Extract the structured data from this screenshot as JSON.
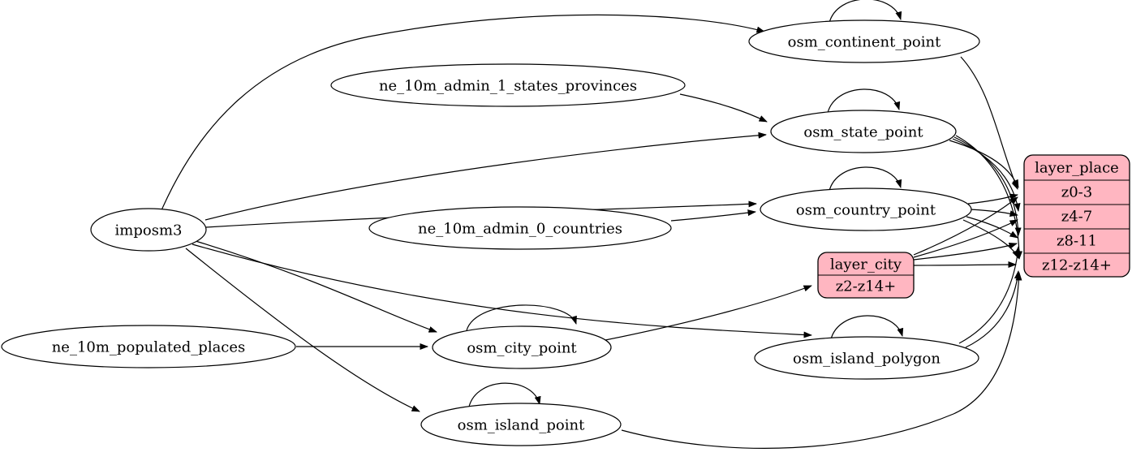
{
  "diagram": {
    "title": "etl diagram: place layer (imposm3 / natural earth sources to layer_place)",
    "background_color": "#ffffff",
    "node_fill_color": "#ffffff",
    "record_fill_color": "#ffb6c1",
    "edge_color": "#000000"
  },
  "nodes": {
    "imposm3": {
      "label": "imposm3"
    },
    "ne_10m_admin_1_states_provinces": {
      "label": "ne_10m_admin_1_states_provinces"
    },
    "ne_10m_admin_0_countries": {
      "label": "ne_10m_admin_0_countries"
    },
    "ne_10m_populated_places": {
      "label": "ne_10m_populated_places"
    },
    "osm_continent_point": {
      "label": "osm_continent_point"
    },
    "osm_state_point": {
      "label": "osm_state_point"
    },
    "osm_country_point": {
      "label": "osm_country_point"
    },
    "osm_city_point": {
      "label": "osm_city_point"
    },
    "osm_island_polygon": {
      "label": "osm_island_polygon"
    },
    "osm_island_point": {
      "label": "osm_island_point"
    }
  },
  "records": {
    "layer_city": {
      "title": "layer_city",
      "rows": [
        "z2-z14+"
      ]
    },
    "layer_place": {
      "title": "layer_place",
      "rows": [
        "z0-3",
        "z4-7",
        "z8-11",
        "z12-z14+"
      ]
    }
  },
  "edges": [
    {
      "from": "imposm3",
      "to": "osm_continent_point"
    },
    {
      "from": "imposm3",
      "to": "osm_state_point"
    },
    {
      "from": "imposm3",
      "to": "osm_country_point"
    },
    {
      "from": "imposm3",
      "to": "osm_city_point"
    },
    {
      "from": "imposm3",
      "to": "osm_island_polygon"
    },
    {
      "from": "imposm3",
      "to": "osm_island_point"
    },
    {
      "from": "ne_10m_admin_1_states_provinces",
      "to": "osm_state_point"
    },
    {
      "from": "ne_10m_admin_0_countries",
      "to": "osm_country_point"
    },
    {
      "from": "ne_10m_populated_places",
      "to": "osm_city_point"
    },
    {
      "from": "osm_continent_point",
      "to": "osm_continent_point"
    },
    {
      "from": "osm_state_point",
      "to": "osm_state_point"
    },
    {
      "from": "osm_country_point",
      "to": "osm_country_point"
    },
    {
      "from": "osm_city_point",
      "to": "osm_city_point"
    },
    {
      "from": "osm_island_polygon",
      "to": "osm_island_polygon"
    },
    {
      "from": "osm_island_point",
      "to": "osm_island_point"
    },
    {
      "from": "osm_city_point",
      "to": "layer_city:z2-z14+"
    },
    {
      "from": "osm_continent_point",
      "to": "layer_place:z0-3"
    },
    {
      "from": "osm_state_point",
      "to": "layer_place:z0-3"
    },
    {
      "from": "osm_country_point",
      "to": "layer_place:z0-3"
    },
    {
      "from": "layer_city",
      "to": "layer_place:z0-3"
    },
    {
      "from": "osm_state_point",
      "to": "layer_place:z4-7"
    },
    {
      "from": "osm_country_point",
      "to": "layer_place:z4-7"
    },
    {
      "from": "layer_city",
      "to": "layer_place:z4-7"
    },
    {
      "from": "osm_state_point",
      "to": "layer_place:z8-11"
    },
    {
      "from": "osm_country_point",
      "to": "layer_place:z8-11"
    },
    {
      "from": "osm_island_polygon",
      "to": "layer_place:z8-11"
    },
    {
      "from": "layer_city",
      "to": "layer_place:z8-11"
    },
    {
      "from": "osm_state_point",
      "to": "layer_place:z12-z14+"
    },
    {
      "from": "osm_country_point",
      "to": "layer_place:z12-z14+"
    },
    {
      "from": "osm_island_polygon",
      "to": "layer_place:z12-z14+"
    },
    {
      "from": "osm_island_point",
      "to": "layer_place:z12-z14+"
    },
    {
      "from": "layer_city",
      "to": "layer_place:z12-z14+"
    }
  ]
}
